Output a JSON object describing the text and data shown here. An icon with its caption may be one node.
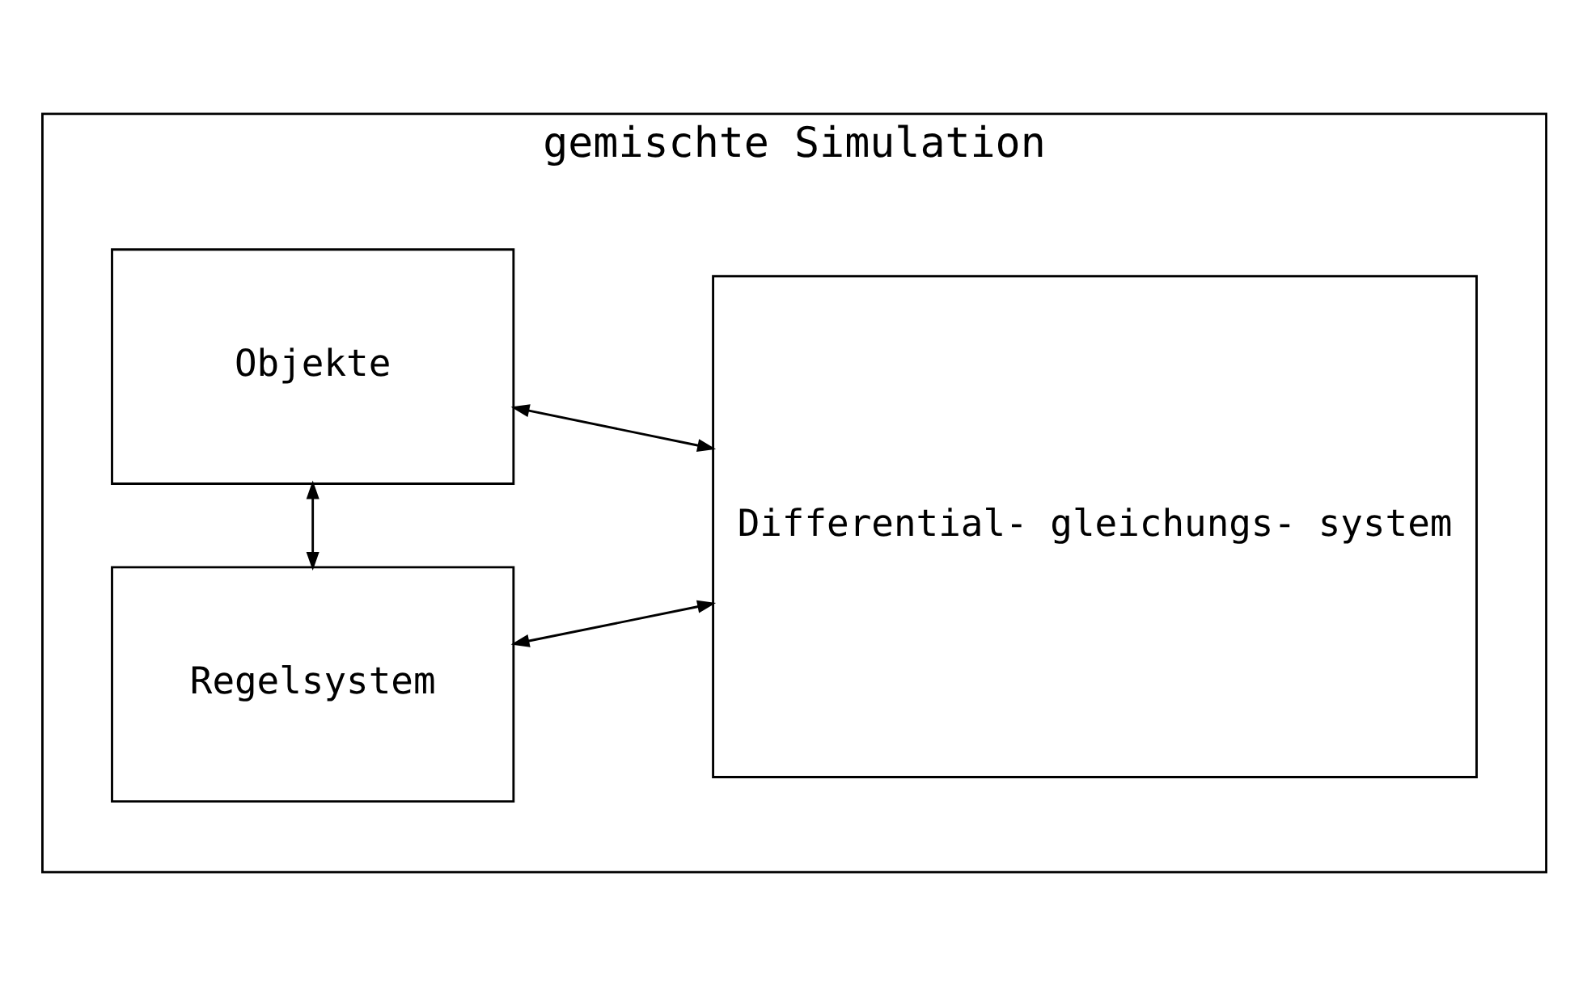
{
  "diagram": {
    "nodes": [
      {
        "text": [
          "gemischte Simulation"
        ]
      },
      {
        "text": [
          "Objekte"
        ],
        "in": 0
      },
      {
        "text": [
          "Regelsystem"
        ],
        "in": 0
      },
      {
        "text": [
          "Differential- gleichungs- system"
        ],
        "in": 0
      }
    ],
    "edges": [
      {
        "from": 1,
        "to": 2,
        "arrow": "both"
      },
      {
        "from": 1,
        "to": 3,
        "arrow": "both"
      },
      {
        "from": 2,
        "to": 3,
        "arrow": "both"
      }
    ]
  }
}
